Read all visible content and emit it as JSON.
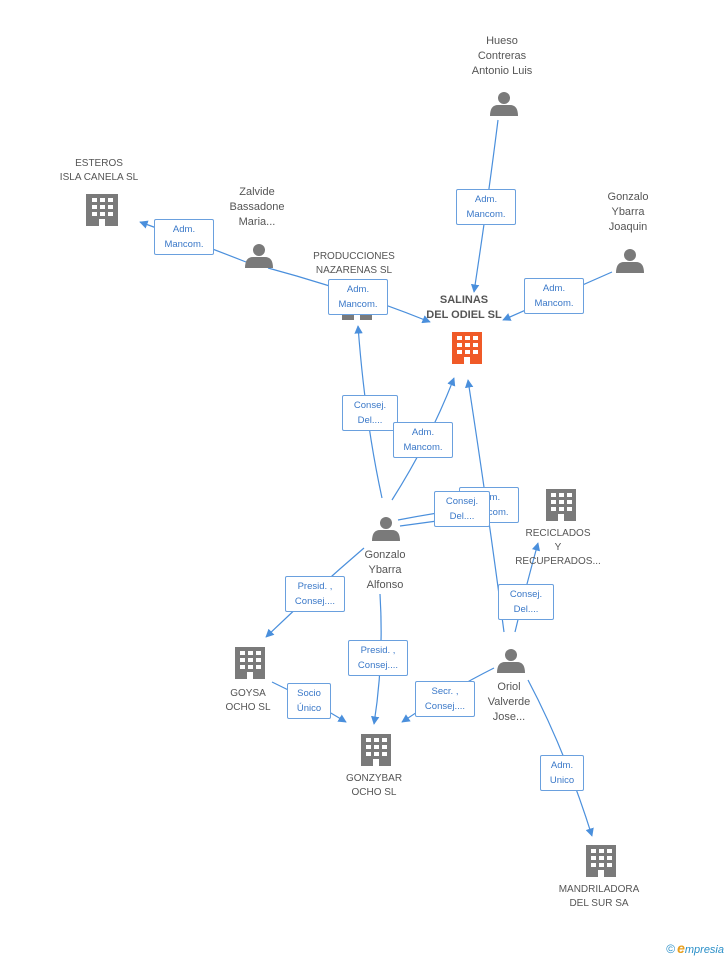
{
  "colors": {
    "edge": "#4a8fdc",
    "node_gray": "#7a7a7a",
    "main_company": "#f05a28",
    "role_text": "#3a78c8"
  },
  "nodes": {
    "hueso": {
      "type": "person",
      "lines": [
        "Hueso",
        "Contreras",
        "Antonio Luis"
      ]
    },
    "zalvide": {
      "type": "person",
      "lines": [
        "Zalvide",
        "Bassadone",
        "Maria..."
      ]
    },
    "gonzalo_joaquin": {
      "type": "person",
      "lines": [
        "Gonzalo",
        "Ybarra",
        "Joaquin"
      ]
    },
    "gonzalo_alfonso": {
      "type": "person",
      "lines": [
        "Gonzalo",
        "Ybarra",
        "Alfonso"
      ]
    },
    "oriol": {
      "type": "person",
      "lines": [
        "Oriol",
        "Valverde",
        "Jose..."
      ]
    },
    "esteros": {
      "type": "company",
      "lines": [
        "ESTEROS",
        "ISLA CANELA SL"
      ]
    },
    "producciones": {
      "type": "company",
      "lines": [
        "PRODUCCIONES",
        "NAZARENAS SL"
      ]
    },
    "salinas": {
      "type": "main-company",
      "lines": [
        "SALINAS",
        "DEL ODIEL SL"
      ]
    },
    "reciclados": {
      "type": "company",
      "lines": [
        "RECICLADOS",
        "Y",
        "RECUPERADOS..."
      ]
    },
    "goysa": {
      "type": "company",
      "lines": [
        "GOYSA",
        "OCHO SL"
      ]
    },
    "gonzybar": {
      "type": "company",
      "lines": [
        "GONZYBAR",
        "OCHO  SL"
      ]
    },
    "mandriladora": {
      "type": "company",
      "lines": [
        "MANDRILADORA",
        "DEL SUR SA"
      ]
    }
  },
  "roles": {
    "r_hueso": [
      "Adm.",
      "Mancom."
    ],
    "r_zalvide": [
      "Adm.",
      "Mancom."
    ],
    "r_producciones": [
      "Adm.",
      "Mancom."
    ],
    "r_joaquin": [
      "Adm.",
      "Mancom."
    ],
    "r_consej_prod": [
      "Consej.",
      "Del...."
    ],
    "r_adm_salinas": [
      "Adm.",
      "Mancom."
    ],
    "r_adm_reciclados": [
      "Adm.",
      "Mancom."
    ],
    "r_consej_reciclados": [
      "Consej.",
      "Del...."
    ],
    "r_consej_oriol": [
      "Consej.",
      "Del...."
    ],
    "r_presid_goysa": [
      "Presid. ,",
      "Consej...."
    ],
    "r_presid_gonzybar": [
      "Presid. ,",
      "Consej...."
    ],
    "r_socio": [
      "Socio",
      "Único"
    ],
    "r_secr": [
      "Secr. ,",
      "Consej...."
    ],
    "r_adm_unico": [
      "Adm.",
      "Unico"
    ]
  },
  "brand": {
    "copyright": "©",
    "e": "e",
    "rest": "mpresia"
  }
}
